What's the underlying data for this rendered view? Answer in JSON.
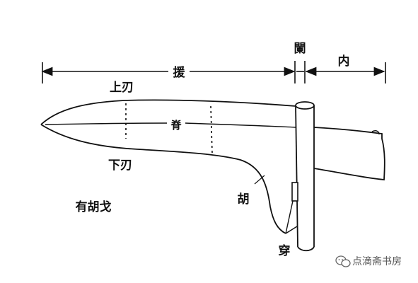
{
  "labels": {
    "yuan": "援",
    "lan": "闌",
    "nei": "内",
    "upper_blade": "上刃",
    "spine": "脊",
    "lower_blade": "下刃",
    "hu": "胡",
    "chuan": "穿",
    "caption": "有胡戈"
  },
  "watermark": {
    "icon": "wechat-icon",
    "text": "点滴斋书房"
  },
  "colors": {
    "ink": "#111111",
    "watermark": "#555555"
  }
}
